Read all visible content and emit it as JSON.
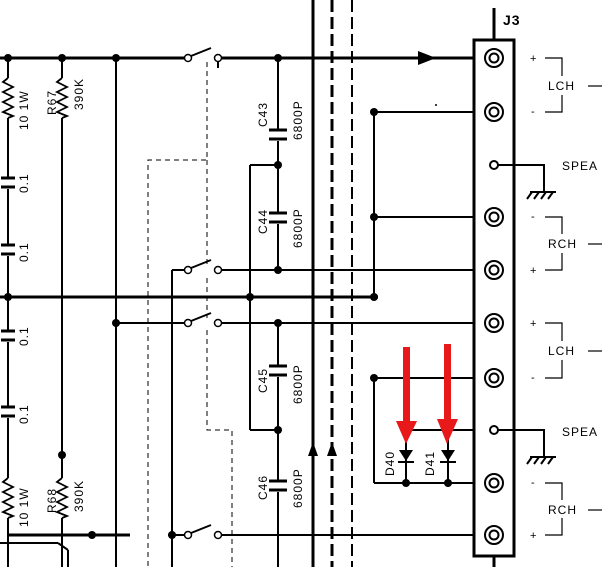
{
  "connector": {
    "ref": "J3"
  },
  "resistors": [
    {
      "value": "10 1W"
    },
    {
      "ref": "R67",
      "value": "390K"
    },
    {
      "value": "10 1W"
    },
    {
      "ref": "R68",
      "value": "390K"
    }
  ],
  "capacitors_left": [
    {
      "value": "0.1"
    },
    {
      "value": "0.1"
    },
    {
      "value": "0.1"
    },
    {
      "value": "0.1"
    }
  ],
  "capacitors_mid": [
    {
      "ref": "C43",
      "value": "6800P"
    },
    {
      "ref": "C44",
      "value": "6800P"
    },
    {
      "ref": "C45",
      "value": "6800P"
    },
    {
      "ref": "C46",
      "value": "6800P"
    }
  ],
  "diodes": [
    {
      "ref": "D40"
    },
    {
      "ref": "D41"
    }
  ],
  "outputs": [
    {
      "group": "LCH",
      "plus": "+",
      "minus": "-"
    },
    {
      "name": "SPEA"
    },
    {
      "group": "RCH",
      "plus": "+",
      "minus": "-"
    },
    {
      "group": "LCH",
      "plus": "+",
      "minus": "-"
    },
    {
      "name": "SPEA"
    },
    {
      "group": "RCH",
      "plus": "+",
      "minus": "-"
    }
  ],
  "colors": {
    "ink": "#000000",
    "arrow": "#e8191b",
    "paper": "#ffffff"
  },
  "annotation_icons": [
    "red-arrow-down",
    "red-arrow-down"
  ]
}
